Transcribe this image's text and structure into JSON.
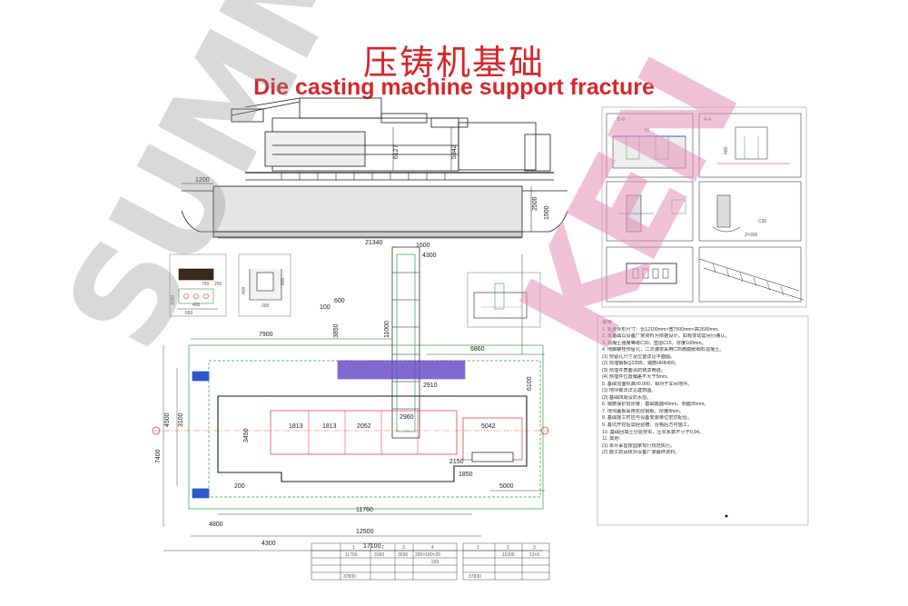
{
  "title_cn": "压铸机基础",
  "title_en": "Die casting machine support fracture",
  "watermark": {
    "left_text": "SUMM",
    "right_text": "KEN"
  },
  "colors": {
    "title": "#d8252a",
    "line": "#1a1a1a",
    "green": "#2e9e3e",
    "red": "#e0302a",
    "blue": "#2f59c8",
    "purple": "#6a4fc9",
    "pink": "#e58fb6",
    "gray": "#9a9a9a"
  },
  "elevation": {
    "dims": [
      "1200",
      "2500",
      "1500",
      "21340",
      "6127",
      "5342",
      "1600"
    ]
  },
  "small_details": {
    "d1": [
      "750",
      "250",
      "400",
      "650",
      "3700"
    ],
    "d2": [
      "200",
      "600",
      "400"
    ]
  },
  "plan": {
    "dims_top": [
      "7900",
      "6860",
      "4300",
      "3850",
      "11000",
      "100",
      "600"
    ],
    "dims_mid": [
      "1813",
      "1813",
      "2052",
      "2960",
      "5042"
    ],
    "dims_bottom": [
      "11760",
      "12500",
      "17100",
      "5000",
      "4300",
      "4800",
      "200"
    ],
    "dims_left": [
      "4500",
      "3100",
      "7400",
      "6100"
    ],
    "dims_other": [
      "2910",
      "1850",
      "2150",
      "3450"
    ]
  },
  "section_labels": [
    "B-B",
    "A-A",
    "400",
    "55",
    "C30",
    "Z=300"
  ],
  "notes": [
    "说明:",
    "1. 机身外形尺寸：长12100mm×宽7500mm×高2600mm。",
    "2. 本基础以设备厂家资料为依据设计，如有变动需另行确认。",
    "3. 混凝土强度等级C30，垫层C15，厚度100mm。",
    "4. 地脚螺栓预留孔，二次灌浆采用C35微膨胀细石混凝土。",
    "   (1) 预留孔尺寸及位置详见平面图。",
    "   (2) 预埋钢板Q235B，锚筋HRB400。",
    "   (3) 预埋件表面涂防锈漆两道。",
    "   (4) 预埋件位置偏差不大于5mm。",
    "5. 基础顶面标高±0.000，相对于车间地坪。",
    "   (1) 地坪做法详见建筑图。",
    "   (2) 基础四周设防水层。",
    "6. 钢筋保护层厚度：基础底面40mm，侧面35mm。",
    "7. 地沟盖板采用花纹钢板，厚度8mm。",
    "8. 基础施工时应与设备安装单位密切配合。",
    "9. 基坑开挖后需经验槽，合格后方可施工。",
    "10. 基础回填土分层夯实，压实系数不小于0.94。",
    "11. 其他:",
    "   (1) 未尽事宜按国家现行规范执行。",
    "   (2) 施工前请核对设备厂家最终资料。"
  ],
  "tables": {
    "left": {
      "header": [
        "1",
        "2",
        "3",
        "4"
      ],
      "rows": [
        [
          "11760",
          "3160",
          "3036",
          "330×180×25"
        ],
        [
          "",
          "",
          "",
          "220"
        ],
        [
          "",
          "",
          "",
          ""
        ],
        [
          "",
          "",
          "",
          ""
        ],
        [
          "37830",
          "",
          "",
          ""
        ]
      ]
    },
    "right": {
      "header": [
        "1",
        "2",
        "3"
      ],
      "rows": [
        [
          "",
          "11000",
          "13×0"
        ],
        [
          "",
          "",
          ""
        ],
        [
          "",
          "",
          ""
        ],
        [
          "37830",
          "",
          ""
        ]
      ]
    }
  }
}
